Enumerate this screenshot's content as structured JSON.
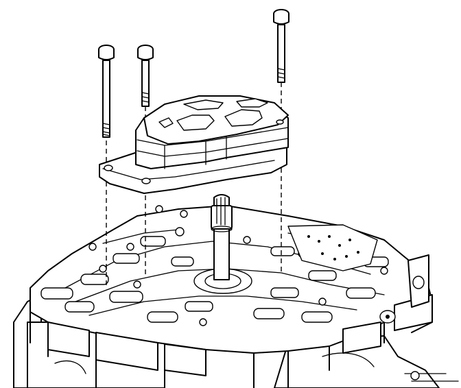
{
  "figure": {
    "kind": "exploded-view-line-drawing",
    "parts": [
      "bolt-left",
      "bolt-middle",
      "bolt-right",
      "cover-plate",
      "valve-body",
      "shaft",
      "transmission-case"
    ],
    "colors": {
      "line": "#000000",
      "background": "#ffffff"
    }
  }
}
